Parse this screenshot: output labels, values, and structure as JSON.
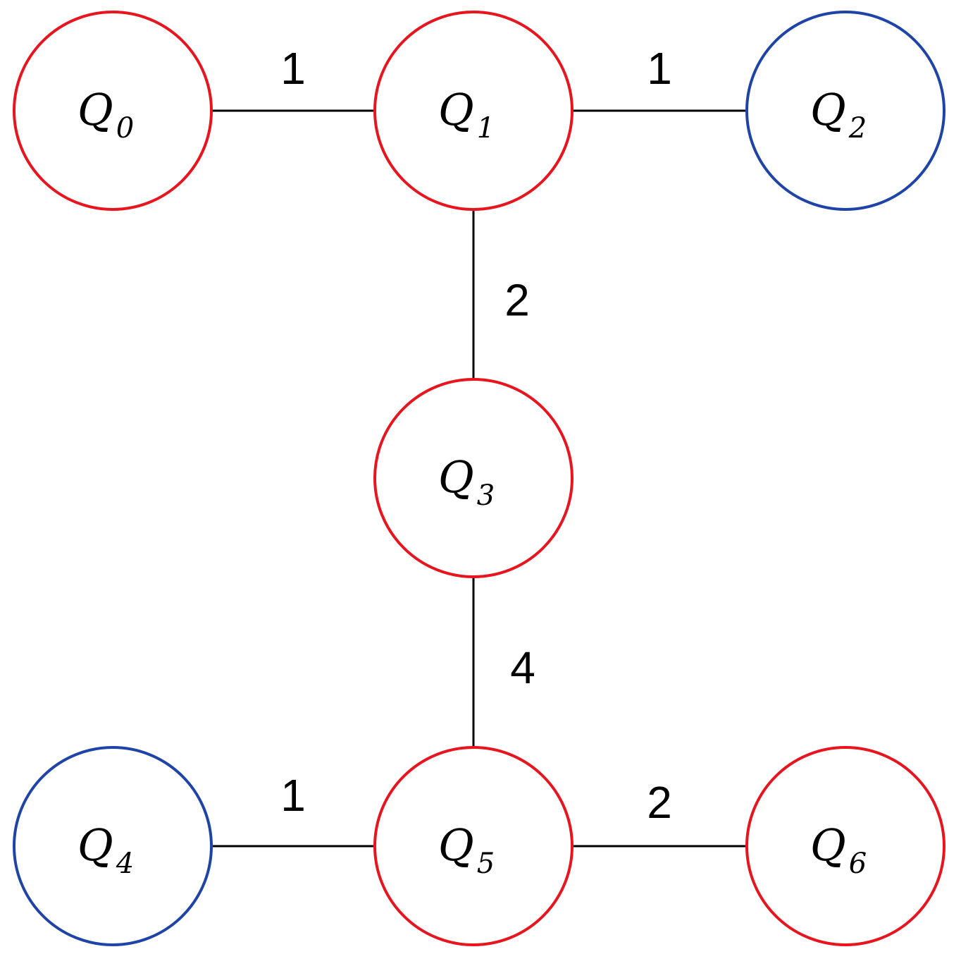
{
  "colors": {
    "red": "#e8141e",
    "blue": "#1f44a8",
    "edge": "#000000"
  },
  "nodes": [
    {
      "id": "q0",
      "symbol": "Q",
      "index": "0",
      "color": "red"
    },
    {
      "id": "q1",
      "symbol": "Q",
      "index": "1",
      "color": "red"
    },
    {
      "id": "q2",
      "symbol": "Q",
      "index": "2",
      "color": "blue"
    },
    {
      "id": "q3",
      "symbol": "Q",
      "index": "3",
      "color": "red"
    },
    {
      "id": "q4",
      "symbol": "Q",
      "index": "4",
      "color": "blue"
    },
    {
      "id": "q5",
      "symbol": "Q",
      "index": "5",
      "color": "red"
    },
    {
      "id": "q6",
      "symbol": "Q",
      "index": "6",
      "color": "red"
    }
  ],
  "edges": [
    {
      "from": "q0",
      "to": "q1",
      "weight": "1"
    },
    {
      "from": "q1",
      "to": "q2",
      "weight": "1"
    },
    {
      "from": "q1",
      "to": "q3",
      "weight": "2"
    },
    {
      "from": "q3",
      "to": "q5",
      "weight": "4"
    },
    {
      "from": "q4",
      "to": "q5",
      "weight": "1"
    },
    {
      "from": "q5",
      "to": "q6",
      "weight": "2"
    }
  ]
}
